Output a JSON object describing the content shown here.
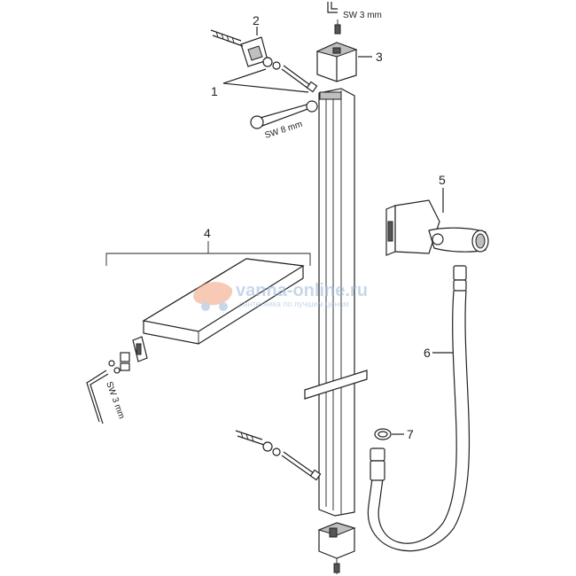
{
  "labels": {
    "part_1": "1",
    "part_2": "2",
    "part_3": "3",
    "part_4": "4",
    "part_5": "5",
    "part_6": "6",
    "part_7": "7"
  },
  "tools": {
    "sw3_top": "SW 3 mm",
    "sw8": "SW 8 mm",
    "sw3_left": "SW 3 mm"
  },
  "watermark": {
    "site": "vanna-online.ru",
    "tagline": "сантехника по лучшим ценам",
    "colors": {
      "orange": "#f2a07a",
      "blue": "#9ab8d6"
    }
  },
  "colors": {
    "line": "#222222",
    "background": "#ffffff",
    "shade": "#bfbfbf"
  }
}
